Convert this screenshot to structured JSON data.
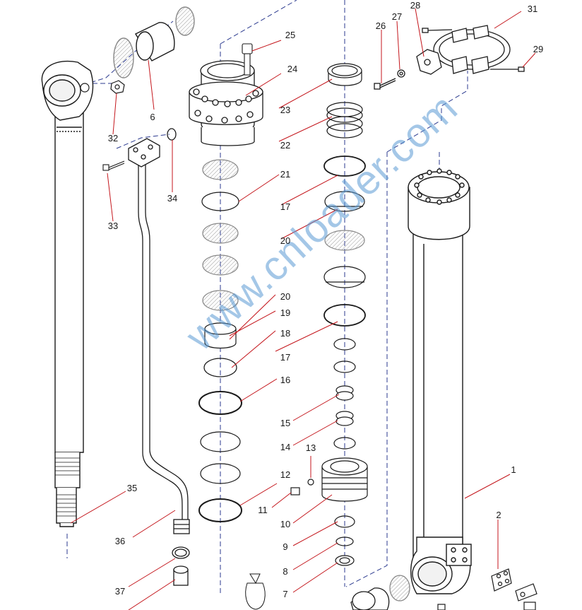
{
  "watermark": "www.cnloader.com",
  "callouts": [
    {
      "id": "c1",
      "text": "1"
    },
    {
      "id": "c2",
      "text": "2"
    },
    {
      "id": "c6",
      "text": "6"
    },
    {
      "id": "c7",
      "text": "7"
    },
    {
      "id": "c8",
      "text": "8"
    },
    {
      "id": "c9",
      "text": "9"
    },
    {
      "id": "c10",
      "text": "10"
    },
    {
      "id": "c11",
      "text": "11"
    },
    {
      "id": "c12",
      "text": "12"
    },
    {
      "id": "c13",
      "text": "13"
    },
    {
      "id": "c14",
      "text": "14"
    },
    {
      "id": "c15",
      "text": "15"
    },
    {
      "id": "c16",
      "text": "16"
    },
    {
      "id": "c17a",
      "text": "17"
    },
    {
      "id": "c17b",
      "text": "17"
    },
    {
      "id": "c18",
      "text": "18"
    },
    {
      "id": "c19",
      "text": "19"
    },
    {
      "id": "c20a",
      "text": "20"
    },
    {
      "id": "c20b",
      "text": "20"
    },
    {
      "id": "c21",
      "text": "21"
    },
    {
      "id": "c22",
      "text": "22"
    },
    {
      "id": "c23",
      "text": "23"
    },
    {
      "id": "c24",
      "text": "24"
    },
    {
      "id": "c25",
      "text": "25"
    },
    {
      "id": "c26",
      "text": "26"
    },
    {
      "id": "c27",
      "text": "27"
    },
    {
      "id": "c28",
      "text": "28"
    },
    {
      "id": "c29",
      "text": "29"
    },
    {
      "id": "c31",
      "text": "31"
    },
    {
      "id": "c32",
      "text": "32"
    },
    {
      "id": "c33",
      "text": "33"
    },
    {
      "id": "c34",
      "text": "34"
    },
    {
      "id": "c35",
      "text": "35"
    },
    {
      "id": "c36",
      "text": "36"
    },
    {
      "id": "c37",
      "text": "37"
    }
  ],
  "colors": {
    "line": "#1a1a1a",
    "leader": "#c4161c",
    "axis": "#2b3a8f",
    "hatch": "#9a9a9a",
    "watermark": "#5b9bd5"
  }
}
